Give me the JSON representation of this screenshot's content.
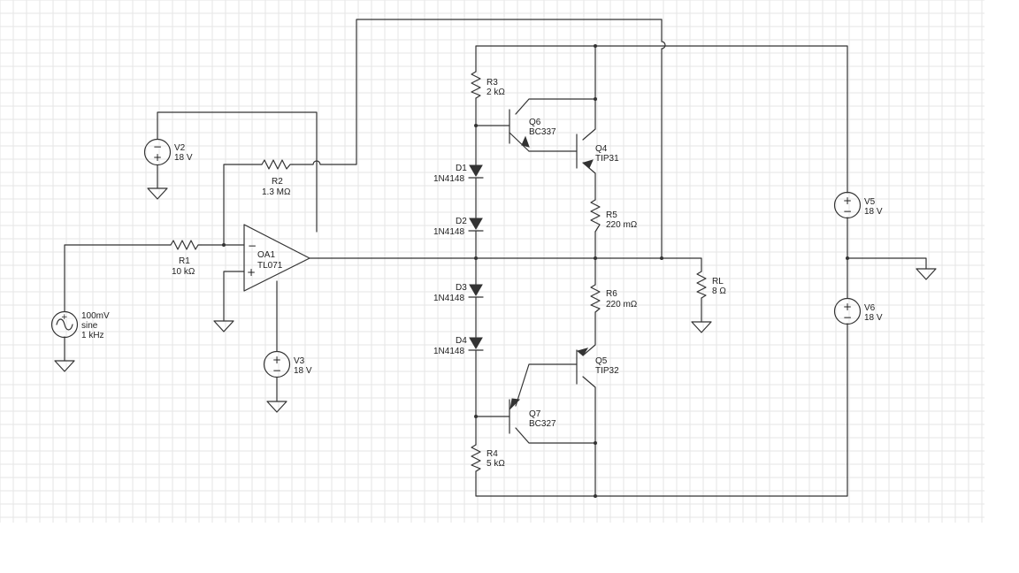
{
  "components": {
    "v1": {
      "line1": "100mV",
      "line2": "sine",
      "line3": "1 kHz"
    },
    "v2": {
      "name": "V2",
      "value": "18 V"
    },
    "v3": {
      "name": "V3",
      "value": "18 V"
    },
    "v5": {
      "name": "V5",
      "value": "18 V"
    },
    "v6": {
      "name": "V6",
      "value": "18 V"
    },
    "r1": {
      "name": "R1",
      "value": "10 kΩ"
    },
    "r2": {
      "name": "R2",
      "value": "1.3 MΩ"
    },
    "r3": {
      "name": "R3",
      "value": "2 kΩ"
    },
    "r4": {
      "name": "R4",
      "value": "5 kΩ"
    },
    "r5": {
      "name": "R5",
      "value": "220 mΩ"
    },
    "r6": {
      "name": "R6",
      "value": "220 mΩ"
    },
    "rl": {
      "name": "RL",
      "value": "8 Ω"
    },
    "oa1": {
      "name": "OA1",
      "value": "TL071",
      "minus": "−",
      "plus": "+"
    },
    "d1": {
      "name": "D1",
      "value": "1N4148"
    },
    "d2": {
      "name": "D2",
      "value": "1N4148"
    },
    "d3": {
      "name": "D3",
      "value": "1N4148"
    },
    "d4": {
      "name": "D4",
      "value": "1N4148"
    },
    "q4": {
      "name": "Q4",
      "value": "TIP31"
    },
    "q5": {
      "name": "Q5",
      "value": "TIP32"
    },
    "q6": {
      "name": "Q6",
      "value": "BC337"
    },
    "q7": {
      "name": "Q7",
      "value": "BC327"
    }
  },
  "symbols": {
    "plus": "+",
    "minus": "−"
  },
  "colors": {
    "wire": "#333333",
    "grid": "#e6e6e6",
    "background": "#ffffff"
  }
}
